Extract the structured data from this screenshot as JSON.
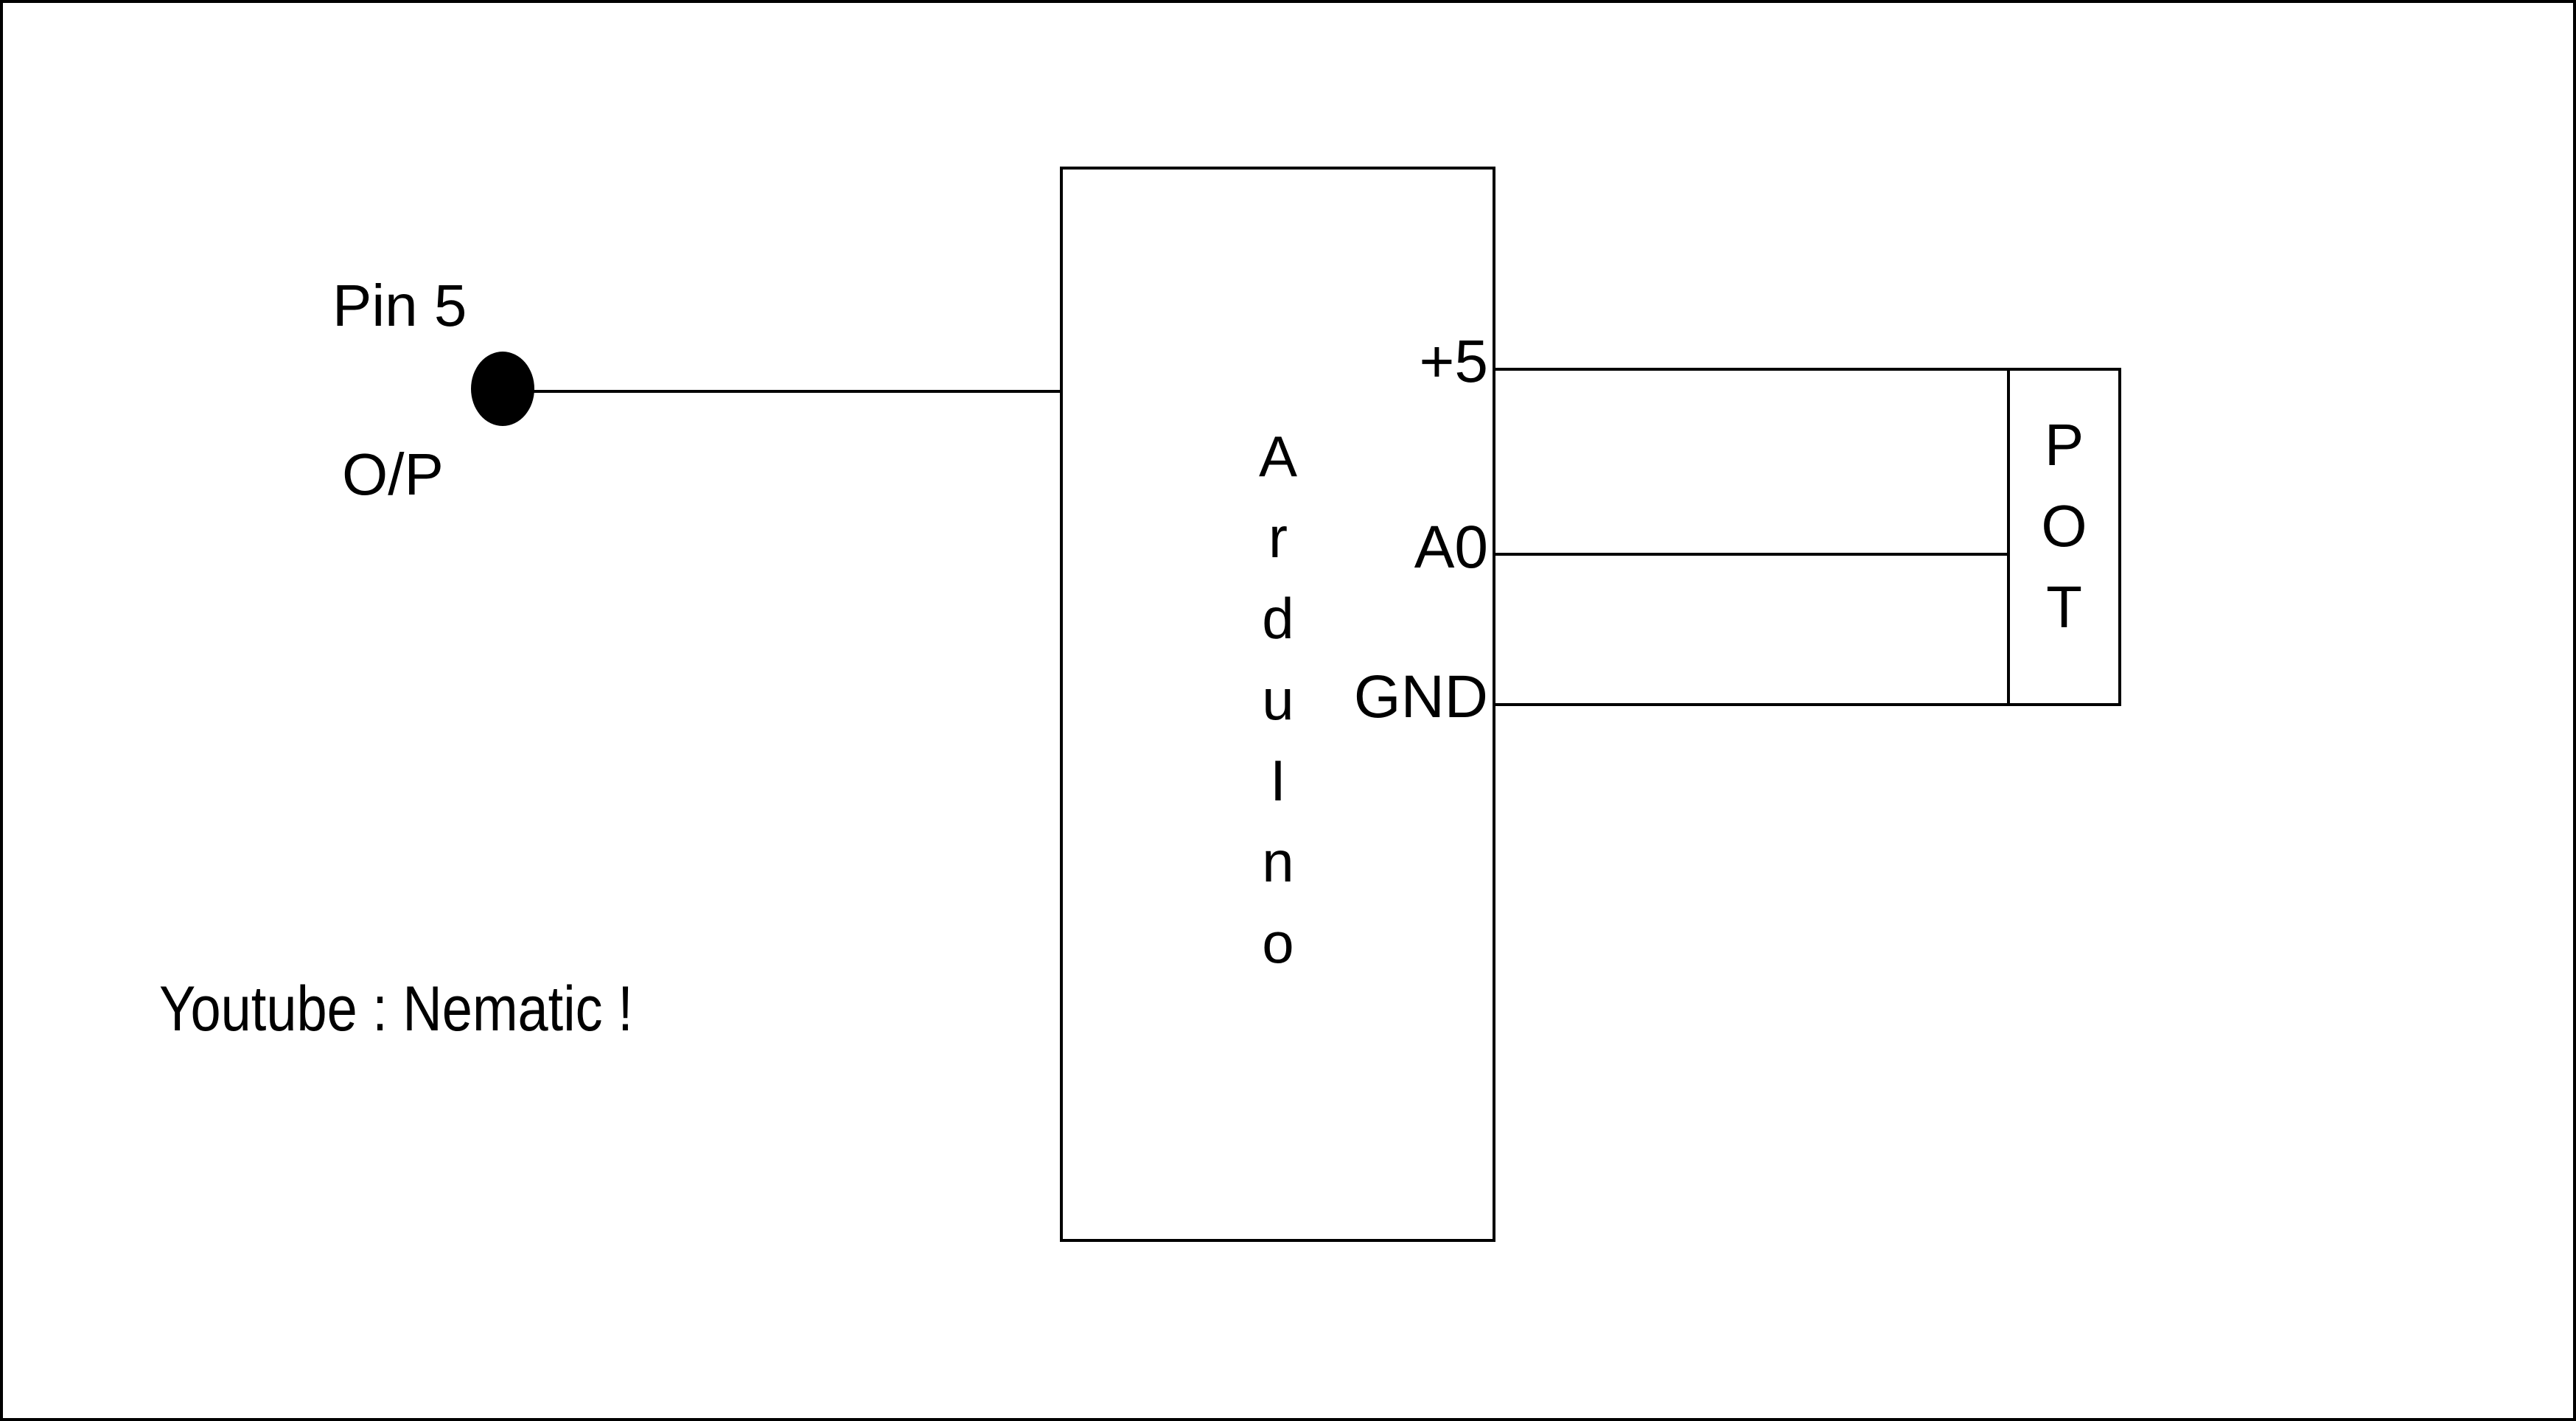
{
  "diagram": {
    "title": "Arduino potentiometer wiring diagram",
    "background_color": "#ffffff",
    "line_color": "#000000",
    "border": "outer thin black frame"
  },
  "arduino": {
    "label": "ArduIno",
    "label_letters": [
      "A",
      "r",
      "d",
      "u",
      "I",
      "n",
      "o"
    ],
    "pins": [
      {
        "name": "+5",
        "label": "+5",
        "side": "right"
      },
      {
        "name": "A0",
        "label": "A0",
        "side": "right"
      },
      {
        "name": "GND",
        "label": "GND",
        "side": "right"
      }
    ]
  },
  "output_node": {
    "pin_label": "Pin 5",
    "signal_label": "O/P",
    "marker": "filled-dot"
  },
  "potentiometer": {
    "label": "POT",
    "label_letters": [
      "P",
      "O",
      "T"
    ]
  },
  "credit": {
    "text": "Youtube : Nematic !"
  },
  "wires": [
    {
      "name": "pin5-output-wire",
      "from": "Pin 5 node",
      "to": "Arduino left edge"
    },
    {
      "name": "plus5-wire",
      "from": "+5",
      "to": "POT top"
    },
    {
      "name": "a0-wire",
      "from": "A0",
      "to": "POT wiper"
    },
    {
      "name": "gnd-wire",
      "from": "GND",
      "to": "POT bottom"
    },
    {
      "name": "pot-right-wire",
      "from": "POT top",
      "to": "POT bottom"
    }
  ]
}
